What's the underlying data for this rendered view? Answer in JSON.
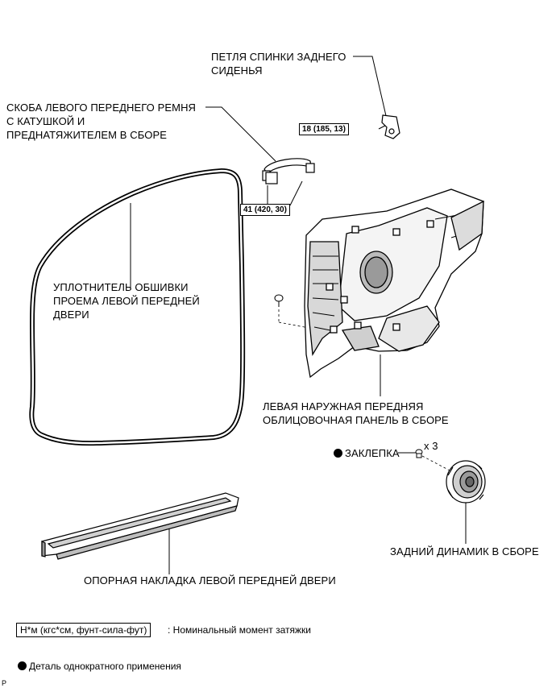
{
  "labels": {
    "seatback_hinge": [
      "ПЕТЛЯ СПИНКИ ЗАДНЕГО",
      "СИДЕНЬЯ"
    ],
    "seatbelt_bracket": [
      "СКОБА ЛЕВОГО ПЕРЕДНЕГО РЕМНЯ",
      "С КАТУШКОЙ И",
      "ПРЕДНАТЯЖИТЕЛЕМ В СБОРЕ"
    ],
    "weatherstrip": [
      "УПЛОТНИТЕЛЬ ОБШИВКИ",
      "ПРОЕМА ЛЕВОЙ ПЕРЕДНЕЙ",
      "ДВЕРИ"
    ],
    "quarter_trim": [
      "ЛЕВАЯ НАРУЖНАЯ ПЕРЕДНЯЯ",
      "ОБЛИЦОВОЧНАЯ ПАНЕЛЬ В СБОРЕ"
    ],
    "rivet": "ЗАКЛЕПКА",
    "rivet_qty": "x 3",
    "speaker": "ЗАДНИЙ ДИНАМИК В СБОРЕ",
    "scuff_plate": "ОПОРНАЯ НАКЛАДКА ЛЕВОЙ ПЕРЕДНЕЙ ДВЕРИ"
  },
  "torque": {
    "hinge": "18 (185, 13)",
    "bracket": "41 (420, 30)"
  },
  "legend": {
    "torque_units": "Н*м (кгс*см, фунт-сила-фут)",
    "torque_desc": ": Номинальный момент затяжки",
    "non_reusable": "Деталь однократного применения"
  },
  "corner_mark": "P"
}
